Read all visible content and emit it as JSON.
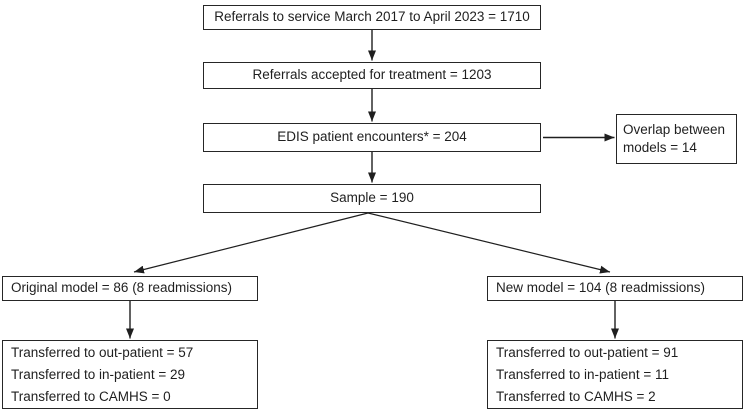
{
  "diagram": {
    "background_color": "#ffffff",
    "line_color": "#1f1f1f",
    "text_color": "#1f1f1f",
    "nodes": {
      "referrals_total": {
        "label": "Referrals to service March 2017 to April 2023 = 1710"
      },
      "referrals_accepted": {
        "label": "Referrals accepted for treatment = 1203"
      },
      "edis_encounters": {
        "label": "EDIS patient encounters* = 204"
      },
      "overlap": {
        "label": "Overlap between models = 14"
      },
      "sample": {
        "label": "Sample = 190"
      },
      "original_model": {
        "label": "Original model = 86 (8 readmissions)"
      },
      "new_model": {
        "label": "New model = 104 (8 readmissions)"
      },
      "original_transfers": {
        "lines": [
          "Transferred to out-patient = 57",
          "Transferred to in-patient = 29",
          "Transferred to CAMHS = 0"
        ]
      },
      "new_transfers": {
        "lines": [
          "Transferred to out-patient = 91",
          "Transferred to in-patient = 11",
          "Transferred to CAMHS = 2"
        ]
      }
    },
    "edges": [
      {
        "from": "referrals_total",
        "to": "referrals_accepted"
      },
      {
        "from": "referrals_accepted",
        "to": "edis_encounters"
      },
      {
        "from": "edis_encounters",
        "to": "overlap"
      },
      {
        "from": "edis_encounters",
        "to": "sample"
      },
      {
        "from": "sample",
        "to": "original_model"
      },
      {
        "from": "sample",
        "to": "new_model"
      },
      {
        "from": "original_model",
        "to": "original_transfers"
      },
      {
        "from": "new_model",
        "to": "new_transfers"
      }
    ]
  }
}
